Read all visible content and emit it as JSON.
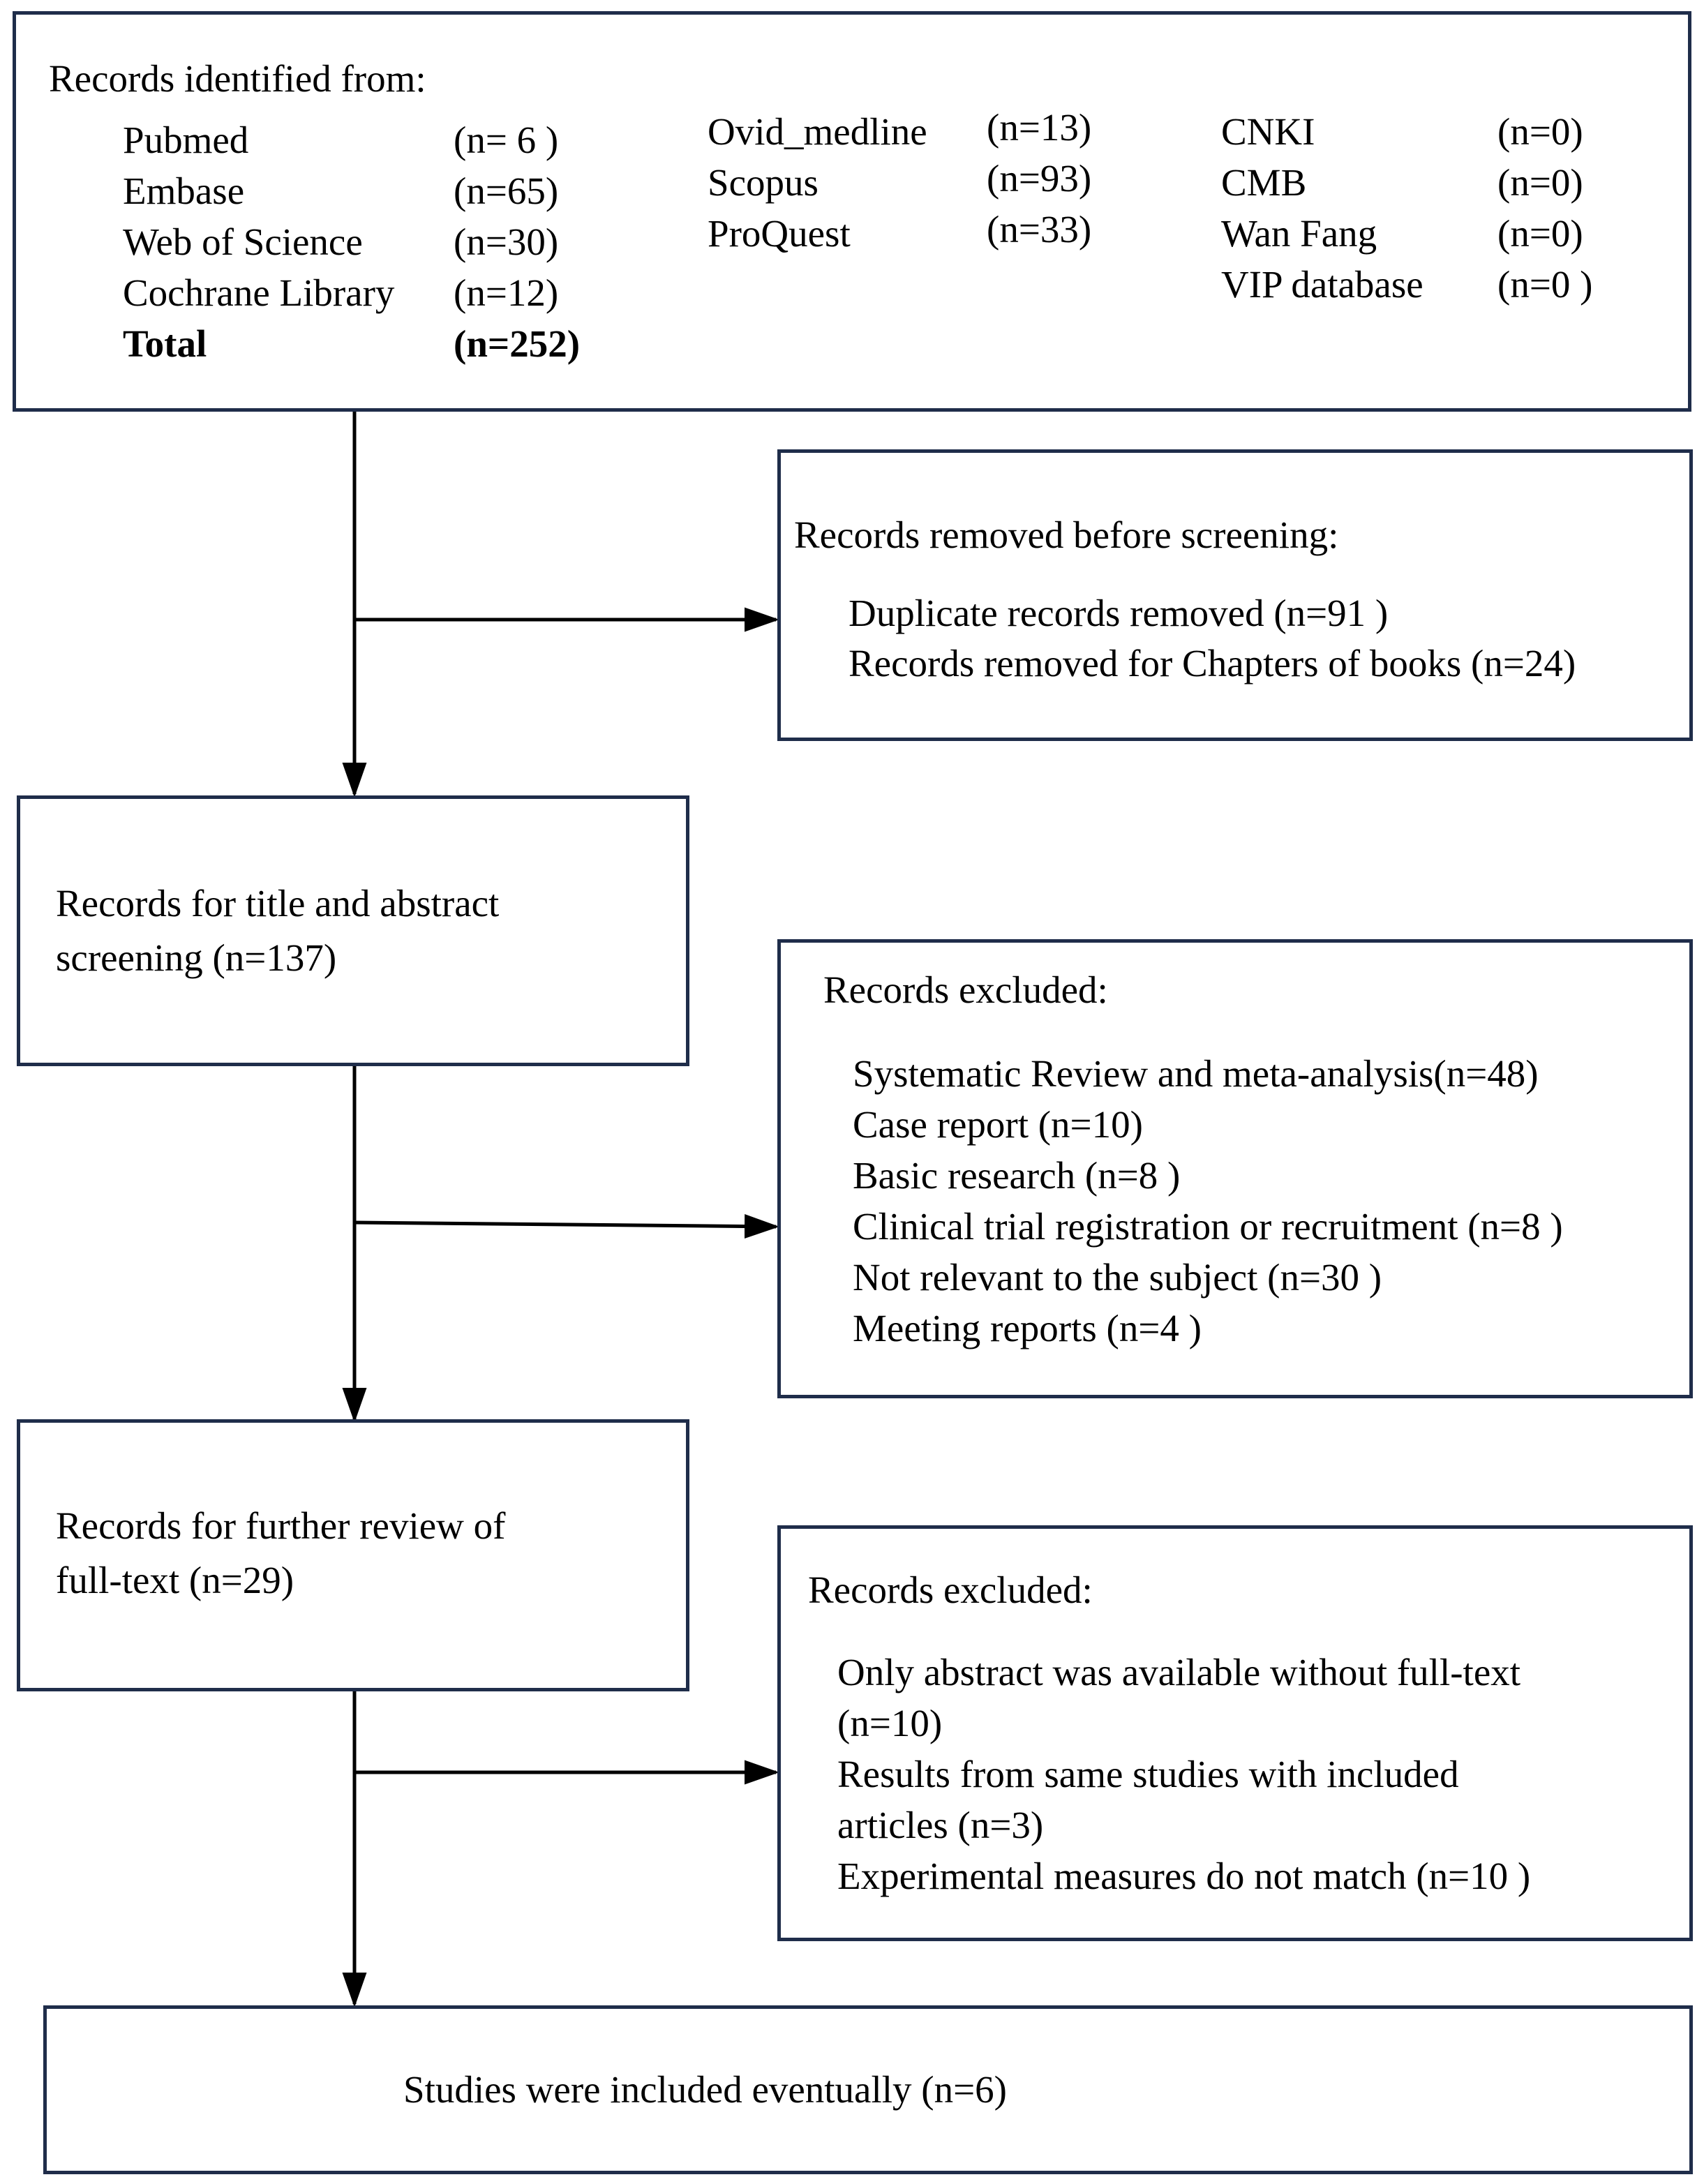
{
  "identification": {
    "heading": "Records identified from:",
    "col1": [
      {
        "name": "Pubmed",
        "count": "(n= 6 )"
      },
      {
        "name": "Embase",
        "count": "(n=65)"
      },
      {
        "name": "Web of Science",
        "count": "(n=30)"
      },
      {
        "name": "Cochrane Library",
        "count": "(n=12)"
      }
    ],
    "total": {
      "name": "Total",
      "count": "(n=252)"
    },
    "col2": [
      {
        "name": "Ovid_medline",
        "count": "(n=13)"
      },
      {
        "name": "Scopus",
        "count": "(n=93)"
      },
      {
        "name": "ProQuest",
        "count": "(n=33)"
      }
    ],
    "col3": [
      {
        "name": "CNKI",
        "count": "(n=0)"
      },
      {
        "name": "CMB",
        "count": "(n=0)"
      },
      {
        "name": "Wan Fang",
        "count": "(n=0)"
      },
      {
        "name": "VIP database",
        "count": "(n=0 )"
      }
    ]
  },
  "removed_before_screening": {
    "heading": "Records removed before screening:",
    "items": [
      "Duplicate records removed (n=91 )",
      "Records removed for Chapters of books (n=24)"
    ]
  },
  "screening": {
    "lines": [
      "Records for title and abstract",
      "screening (n=137)"
    ]
  },
  "excluded_screening": {
    "heading": "Records excluded:",
    "items": [
      "Systematic Review and meta-analysis(n=48)",
      "Case report  (n=10)",
      "Basic research (n=8 )",
      "Clinical trial registration or recruitment  (n=8 )",
      "Not relevant to the subject (n=30 )",
      "Meeting reports (n=4 )"
    ]
  },
  "full_text": {
    "lines": [
      "Records for further review of",
      "full-text (n=29)"
    ]
  },
  "excluded_full_text": {
    "heading": "Records excluded:",
    "items": [
      "Only abstract was available without full-text",
      "(n=10)",
      "Results from same studies with included",
      "articles  (n=3)",
      "Experimental measures do not match (n=10 )"
    ]
  },
  "included": {
    "text": "Studies were included eventually  (n=6)"
  },
  "colors": {
    "box_border": "#1f2d4a",
    "arrow": "#000000"
  }
}
